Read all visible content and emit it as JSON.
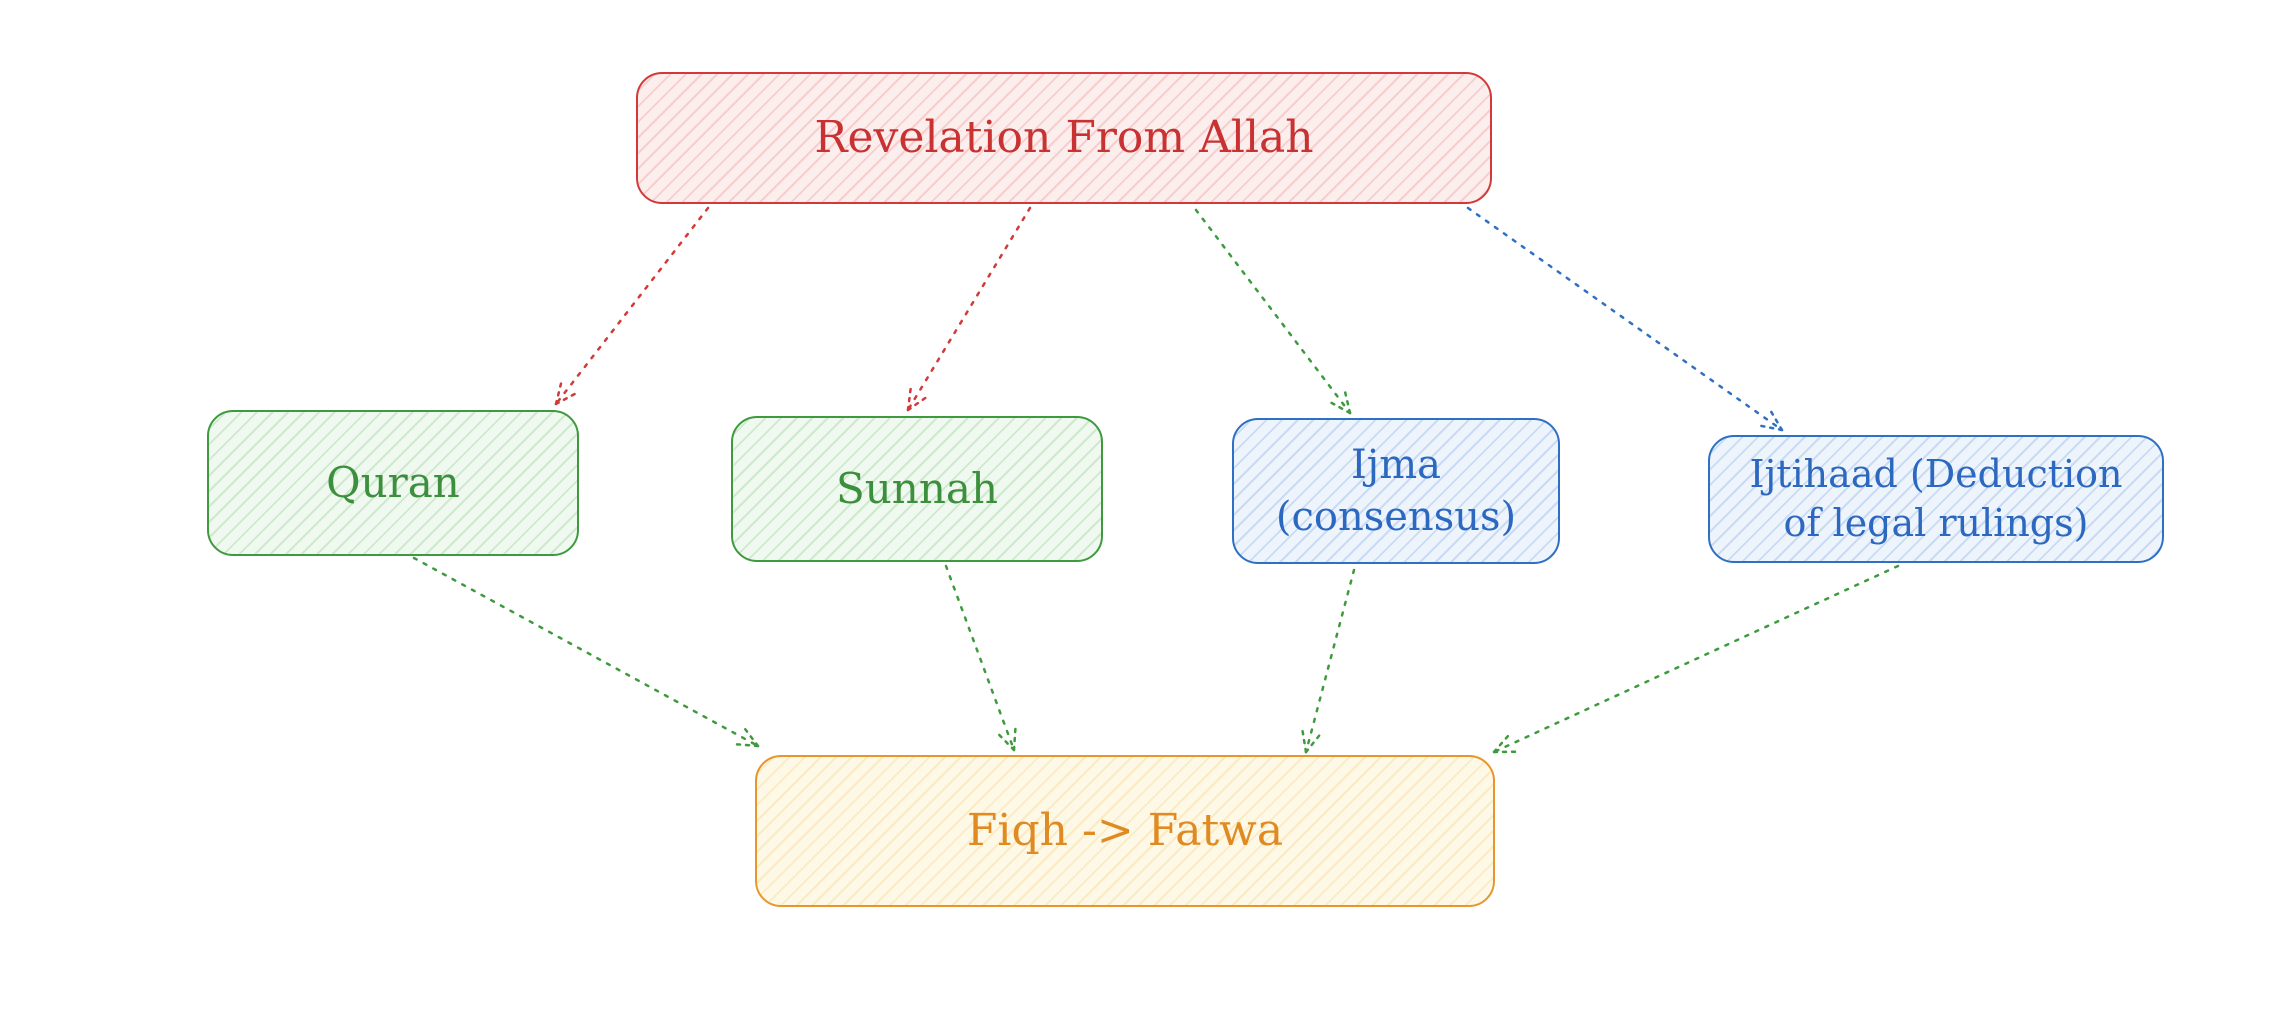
{
  "nodes": {
    "revelation": {
      "label": "Revelation From Allah",
      "color": "#c83232"
    },
    "quran": {
      "label": "Quran",
      "color": "#3c8f3c"
    },
    "sunnah": {
      "label": "Sunnah",
      "color": "#3c8f3c"
    },
    "ijma": {
      "label": "Ijma\n(consensus)",
      "color": "#2c68c0"
    },
    "ijtihaad": {
      "label": "Ijtihaad (Deduction\nof legal rulings)",
      "color": "#2c68c0"
    },
    "fiqh": {
      "label": "Fiqh -> Fatwa",
      "color": "#e08a22"
    }
  },
  "edges": [
    {
      "from": "revelation",
      "to": "quran",
      "style": "dotted",
      "color": "#d23a3a"
    },
    {
      "from": "revelation",
      "to": "sunnah",
      "style": "dotted",
      "color": "#d23a3a"
    },
    {
      "from": "revelation",
      "to": "ijma",
      "style": "dotted",
      "color": "#3f9a3f"
    },
    {
      "from": "revelation",
      "to": "ijtihaad",
      "style": "dotted",
      "color": "#2f6fc4"
    },
    {
      "from": "quran",
      "to": "fiqh",
      "style": "dotted",
      "color": "#3f9a3f"
    },
    {
      "from": "sunnah",
      "to": "fiqh",
      "style": "dotted",
      "color": "#3f9a3f"
    },
    {
      "from": "ijma",
      "to": "fiqh",
      "style": "dotted",
      "color": "#3f9a3f"
    },
    {
      "from": "ijtihaad",
      "to": "fiqh",
      "style": "dotted",
      "color": "#3f9a3f"
    }
  ]
}
